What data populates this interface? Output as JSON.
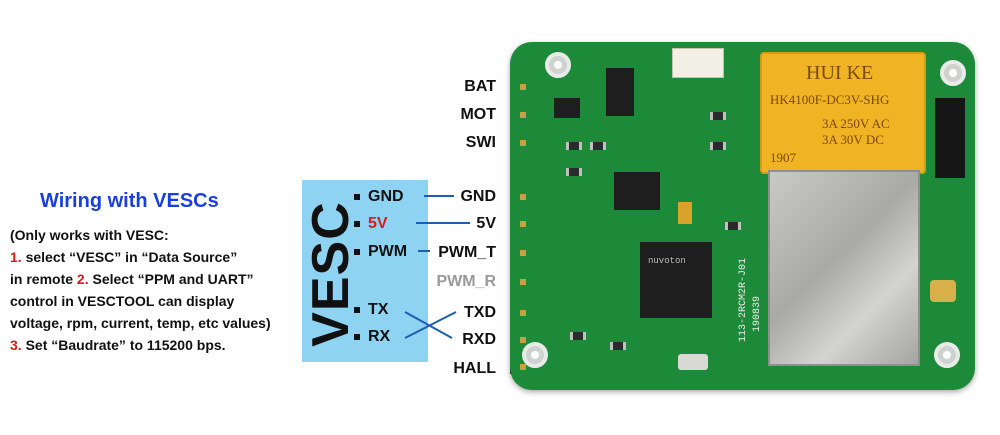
{
  "instructions": {
    "title": "Wiring with VESCs",
    "line1": "(Only works with VESC:",
    "step1_num": "1.",
    "step1_text": " select “VESC” in “Data Source”",
    "line3_prefix": "in remote ",
    "step2_num": "2.",
    "step2_text": " Select “PPM and UART”",
    "line4": "control in VESCTOOL can display",
    "line5": "voltage, rpm, current, temp, etc values)",
    "step3_num": "3.",
    "step3_text": " Set “Baudrate” to 115200 bps."
  },
  "vesc": {
    "label": "VESC",
    "pins": [
      "GND",
      "5V",
      "PWM",
      "TX",
      "RX"
    ]
  },
  "board_pins": {
    "top": [
      "BAT",
      "MOT",
      "SWI"
    ],
    "main": [
      "GND",
      "5V",
      "PWM_T",
      "PWM_R",
      "TXD",
      "RXD",
      "HALL"
    ]
  },
  "board": {
    "relay_brand": "HUI KE",
    "relay_model": "HK4100F-DC3V-SHG",
    "relay_rating1": "3A 250V AC",
    "relay_rating2": "3A 30V DC",
    "relay_code": "1907",
    "chip_brand": "nuvoton",
    "pcb_code": "113-2RCM2R-J01",
    "pcb_date": "190839"
  },
  "colors": {
    "title_blue": "#1a3fe0",
    "step_red": "#e01818",
    "vesc_box": "#8fd3f2",
    "wire_blue": "#1a5fb4",
    "pcb_green": "#1d8a3a",
    "relay_yellow": "#f0b323",
    "pwm_r_grey": "#9a9a9a"
  }
}
